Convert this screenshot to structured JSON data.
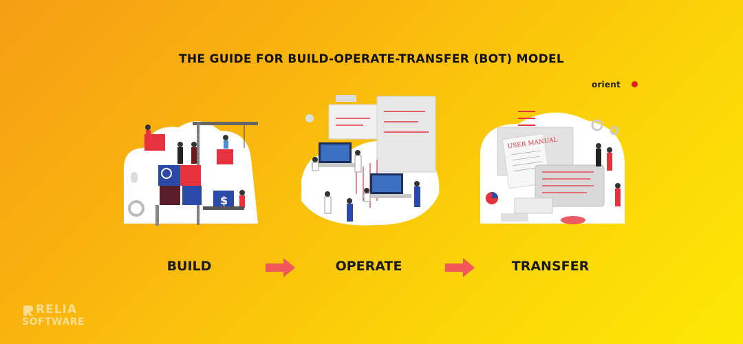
{
  "title": "THE GUIDE FOR BUILD-OPERATE-TRANSFER (BOT) MODEL",
  "brand": "orient",
  "steps": [
    {
      "label": "BUILD"
    },
    {
      "label": "OPERATE"
    },
    {
      "label": "TRANSFER"
    }
  ],
  "manual_text": "USER MANUAL",
  "watermark": {
    "line1": "RELIA",
    "line2": "SOFTWARE"
  },
  "colors": {
    "arrow": "#f2585a",
    "accent_red": "#e6323e",
    "accent_blue": "#2b4aa8"
  }
}
